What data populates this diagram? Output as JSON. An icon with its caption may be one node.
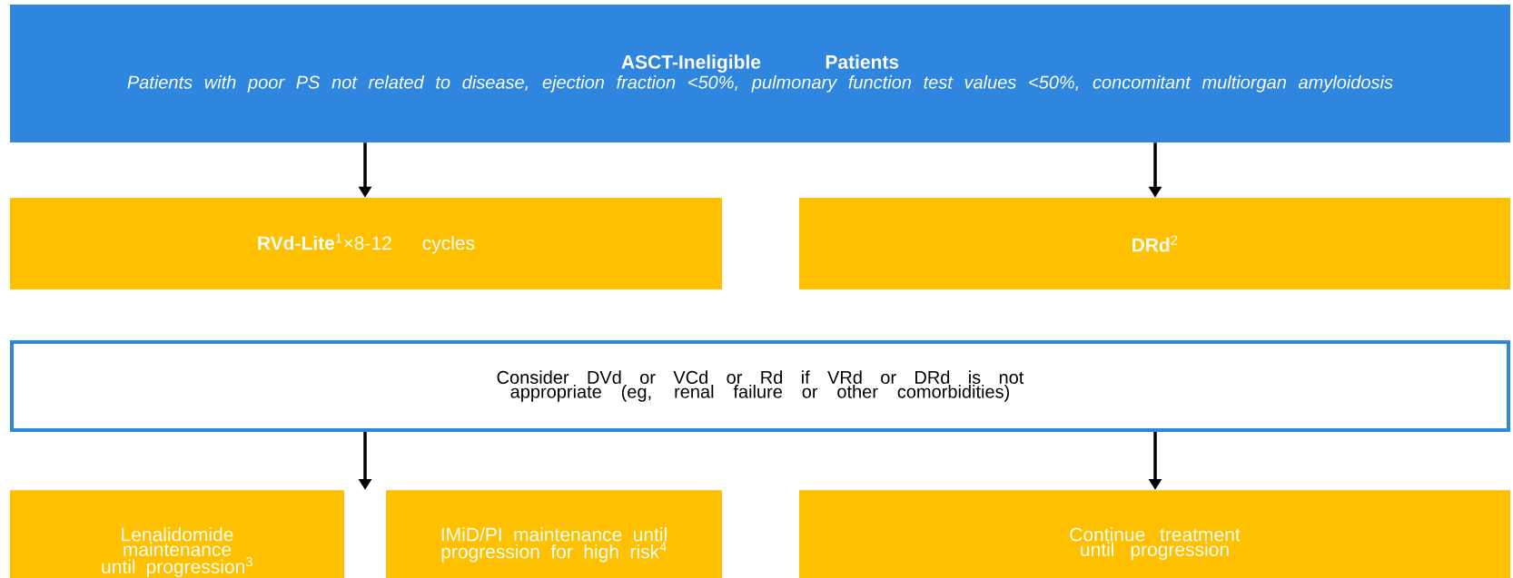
{
  "diagram": {
    "nodes": [
      {
        "text": [
          "ASCT-Ineligible Patients",
          "Patients with poor PS not related to disease, ejection fraction <50%, pulmonary function test values <50%, concomitant multiorgan amyloidosis"
        ]
      },
      {
        "text": [
          "**RVd-Lite**$^{1}$×8-12 cycles"
        ]
      },
      {
        "text": [
          "**DRd**$^{2}$"
        ]
      },
      {
        "text": [
          "Consider DVd or VCd or Rd if VRd or DRd is not appropriate (eg, renal failure or other comorbidities)"
        ]
      },
      {
        "text": [
          "Lenalidomide maintenance until progression$^{3}$"
        ]
      },
      {
        "text": [
          "IMiD/PI maintenance until progression for high risk$^{4}$"
        ]
      },
      {
        "text": [
          "Continue treatment until progression"
        ]
      }
    ],
    "edges": [
      {
        "from": 0,
        "to": 1,
        "arrow": "to"
      },
      {
        "from": 0,
        "to": 2,
        "arrow": "to"
      },
      {
        "from": 3,
        "to": 4,
        "arrow": "to"
      },
      {
        "from": 3,
        "to": 5,
        "arrow": "to"
      },
      {
        "from": 3,
        "to": 6,
        "arrow": "to"
      }
    ]
  }
}
